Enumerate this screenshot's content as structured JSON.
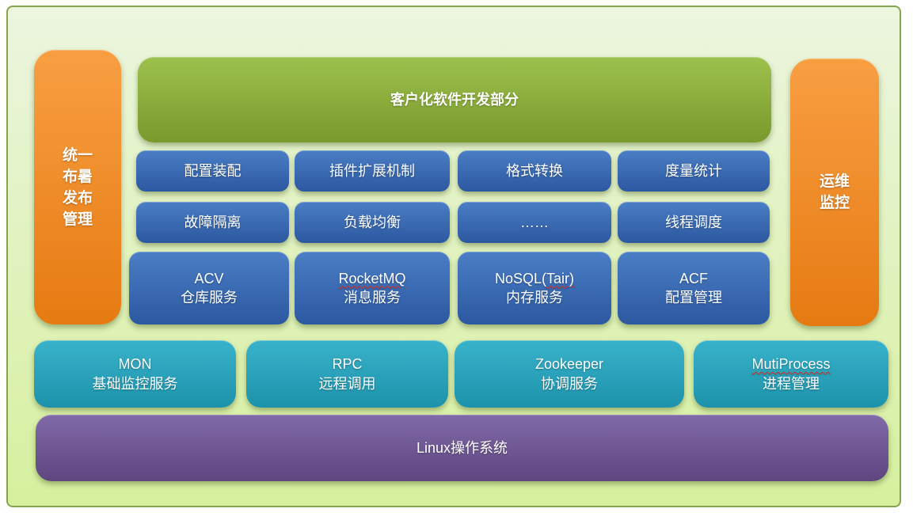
{
  "palette": {
    "canvas_border": "#85a44c",
    "canvas_bg_top": "#ecf5df",
    "canvas_bg_bottom": "#d6f09e",
    "orange_top": "#f89f42",
    "orange_bottom": "#e67a12",
    "green_top": "#9dc14d",
    "green_bottom": "#79992c",
    "blue_top": "#4a7ec5",
    "blue_bottom": "#2c58a0",
    "teal_top": "#38b2ca",
    "teal_bottom": "#1d92ab",
    "purple_top": "#806aa8",
    "purple_bottom": "#5e467f",
    "squiggle": "#e02b20",
    "text": "#ffffff"
  },
  "pillars": {
    "left": {
      "lines": [
        "统一",
        "布暑",
        "发布",
        "管理"
      ]
    },
    "right": {
      "lines": [
        "运维",
        "监控"
      ]
    }
  },
  "banner": {
    "label": "客户化软件开发部分"
  },
  "feature_rows": [
    {
      "cells": [
        "配置装配",
        "插件扩展机制",
        "格式转换",
        "度量统计"
      ]
    },
    {
      "cells": [
        "故障隔离",
        "负载均衡",
        "……",
        "线程调度"
      ]
    }
  ],
  "service_row": [
    {
      "line1": [
        {
          "text": "ACV"
        }
      ],
      "line2": "仓库服务"
    },
    {
      "line1": [
        {
          "text": "RocketMQ",
          "wavy": true
        }
      ],
      "line2": "消息服务"
    },
    {
      "line1": [
        {
          "text": "NoSQL("
        },
        {
          "text": "Tair)",
          "wavy": true
        }
      ],
      "line2": "内存服务"
    },
    {
      "line1": [
        {
          "text": "ACF"
        }
      ],
      "line2": "配置管理"
    }
  ],
  "platform_row": [
    {
      "line1": [
        {
          "text": "MON"
        }
      ],
      "line2": "基础监控服务"
    },
    {
      "line1": [
        {
          "text": "RPC"
        }
      ],
      "line2": "远程调用"
    },
    {
      "line1": [
        {
          "text": "Zookeeper"
        }
      ],
      "line2": "协调服务"
    },
    {
      "line1": [
        {
          "text": "MutiProcess",
          "wavy": true
        }
      ],
      "line2": "进程管理"
    }
  ],
  "os_bar": {
    "label": "Linux操作系统"
  }
}
